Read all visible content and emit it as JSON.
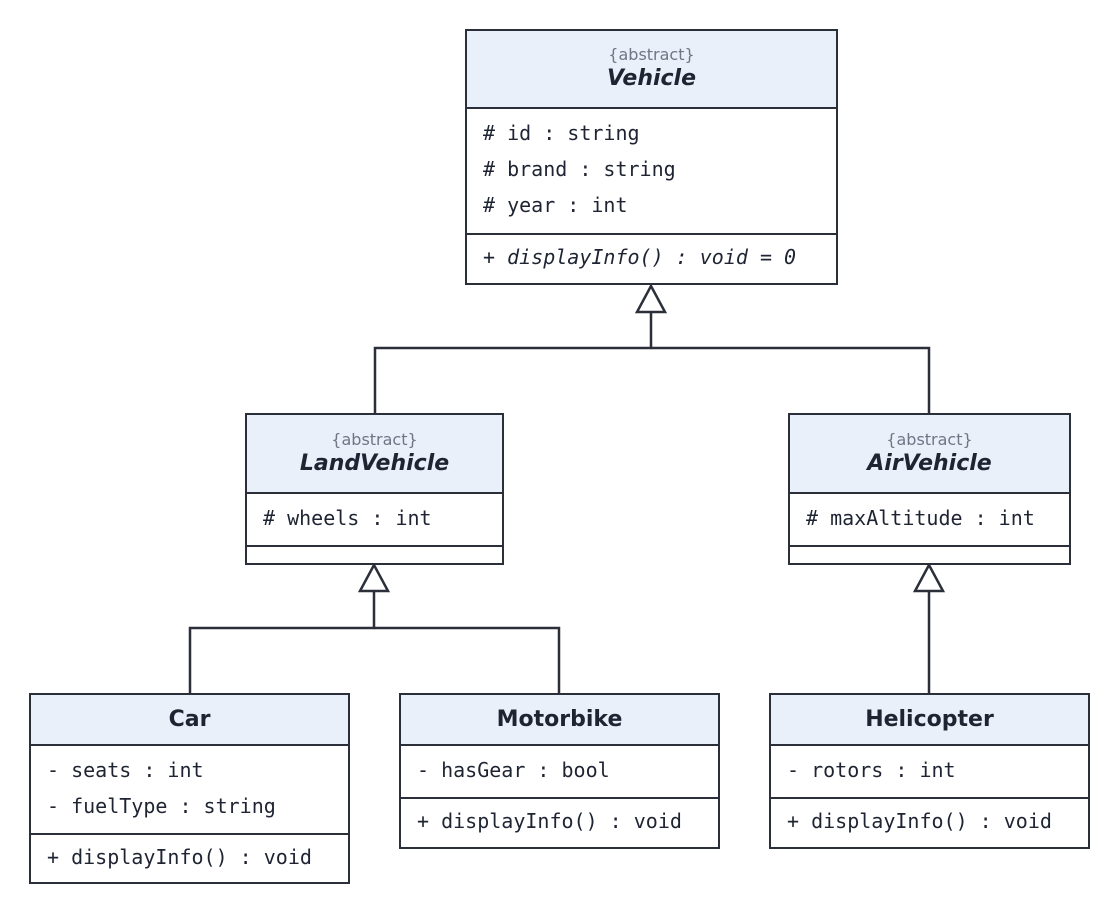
{
  "classes": {
    "vehicle": {
      "stereotype": "{abstract}",
      "name": "Vehicle",
      "attributes": [
        "# id : string",
        "# brand : string",
        "# year : int"
      ],
      "methods": [
        "+ displayInfo() : void = 0"
      ]
    },
    "land_vehicle": {
      "stereotype": "{abstract}",
      "name": "LandVehicle",
      "attributes": [
        "# wheels : int"
      ],
      "methods": []
    },
    "air_vehicle": {
      "stereotype": "{abstract}",
      "name": "AirVehicle",
      "attributes": [
        "# maxAltitude : int"
      ],
      "methods": []
    },
    "car": {
      "name": "Car",
      "attributes": [
        "- seats : int",
        "- fuelType : string"
      ],
      "methods": [
        "+ displayInfo() : void"
      ]
    },
    "motorbike": {
      "name": "Motorbike",
      "attributes": [
        "- hasGear : bool"
      ],
      "methods": [
        "+ displayInfo() : void"
      ]
    },
    "helicopter": {
      "name": "Helicopter",
      "attributes": [
        "- rotors : int"
      ],
      "methods": [
        "+ displayInfo() : void"
      ]
    }
  },
  "relationships": [
    {
      "type": "generalization",
      "child": "LandVehicle",
      "parent": "Vehicle"
    },
    {
      "type": "generalization",
      "child": "AirVehicle",
      "parent": "Vehicle"
    },
    {
      "type": "generalization",
      "child": "Car",
      "parent": "LandVehicle"
    },
    {
      "type": "generalization",
      "child": "Motorbike",
      "parent": "LandVehicle"
    },
    {
      "type": "generalization",
      "child": "Helicopter",
      "parent": "AirVehicle"
    }
  ],
  "colors": {
    "header_fill": "#e9f0f9",
    "stroke": "#2a2f3a",
    "text": "#1e2432",
    "stereotype": "#6f7685"
  }
}
